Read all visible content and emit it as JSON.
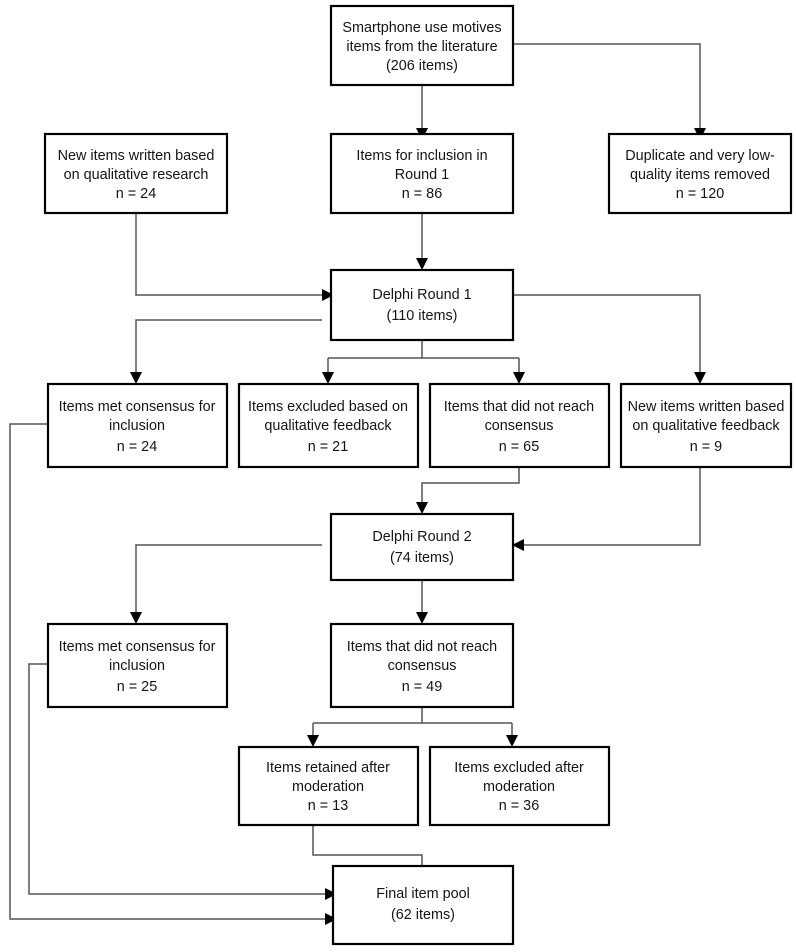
{
  "diagram": {
    "title": "Delphi study item flow diagram",
    "type": "flowchart",
    "colors": {
      "box_border": "#000000",
      "box_fill": "#ffffff",
      "connector": "#555555",
      "text": "#151515"
    },
    "nodes": [
      {
        "id": "source-items",
        "lines": [
          "Smartphone use motives",
          "items from the literature",
          "(206 items)"
        ]
      },
      {
        "id": "new-items-qualitative-research",
        "lines": [
          "New items written based",
          "on qualitative research",
          "n = 24"
        ]
      },
      {
        "id": "items-for-inclusion-round1",
        "lines": [
          "Items for inclusion in",
          "Round 1",
          "n = 86"
        ]
      },
      {
        "id": "duplicate-low-quality-removed",
        "lines": [
          "Duplicate and very low-",
          "quality items removed",
          "n = 120"
        ]
      },
      {
        "id": "delphi-round-1",
        "lines": [
          "Delphi Round 1",
          "(110 items)"
        ]
      },
      {
        "id": "r1-met-consensus",
        "lines": [
          "Items met consensus for",
          "inclusion",
          "n = 24"
        ]
      },
      {
        "id": "r1-excluded-qualitative",
        "lines": [
          "Items excluded based on",
          "qualitative feedback",
          "n = 21"
        ]
      },
      {
        "id": "r1-no-consensus",
        "lines": [
          "Items that did not reach",
          "consensus",
          "n = 65"
        ]
      },
      {
        "id": "r1-new-items-feedback",
        "lines": [
          "New items written based",
          "on qualitative feedback",
          "n = 9"
        ]
      },
      {
        "id": "delphi-round-2",
        "lines": [
          "Delphi Round 2",
          "(74 items)"
        ]
      },
      {
        "id": "r2-met-consensus",
        "lines": [
          "Items met consensus for",
          "inclusion",
          "n = 25"
        ]
      },
      {
        "id": "r2-no-consensus",
        "lines": [
          "Items that did not reach",
          "consensus",
          "n = 49"
        ]
      },
      {
        "id": "retained-after-moderation",
        "lines": [
          "Items retained after",
          "moderation",
          "n = 13"
        ]
      },
      {
        "id": "excluded-after-moderation",
        "lines": [
          "Items excluded after",
          "moderation",
          "n = 36"
        ]
      },
      {
        "id": "final-item-pool",
        "lines": [
          "Final item pool",
          "(62 items)"
        ]
      }
    ],
    "edges": [
      {
        "from": "source-items",
        "to": "items-for-inclusion-round1"
      },
      {
        "from": "source-items",
        "to": "duplicate-low-quality-removed"
      },
      {
        "from": "items-for-inclusion-round1",
        "to": "delphi-round-1"
      },
      {
        "from": "new-items-qualitative-research",
        "to": "delphi-round-1"
      },
      {
        "from": "delphi-round-1",
        "to": "r1-met-consensus"
      },
      {
        "from": "delphi-round-1",
        "to": "r1-excluded-qualitative"
      },
      {
        "from": "delphi-round-1",
        "to": "r1-no-consensus"
      },
      {
        "from": "delphi-round-1",
        "to": "r1-new-items-feedback"
      },
      {
        "from": "r1-no-consensus",
        "to": "delphi-round-2"
      },
      {
        "from": "r1-new-items-feedback",
        "to": "delphi-round-2"
      },
      {
        "from": "delphi-round-2",
        "to": "r2-met-consensus"
      },
      {
        "from": "delphi-round-2",
        "to": "r2-no-consensus"
      },
      {
        "from": "r2-no-consensus",
        "to": "retained-after-moderation"
      },
      {
        "from": "r2-no-consensus",
        "to": "excluded-after-moderation"
      },
      {
        "from": "retained-after-moderation",
        "to": "final-item-pool"
      },
      {
        "from": "r1-met-consensus",
        "to": "final-item-pool"
      },
      {
        "from": "r2-met-consensus",
        "to": "final-item-pool"
      }
    ]
  }
}
